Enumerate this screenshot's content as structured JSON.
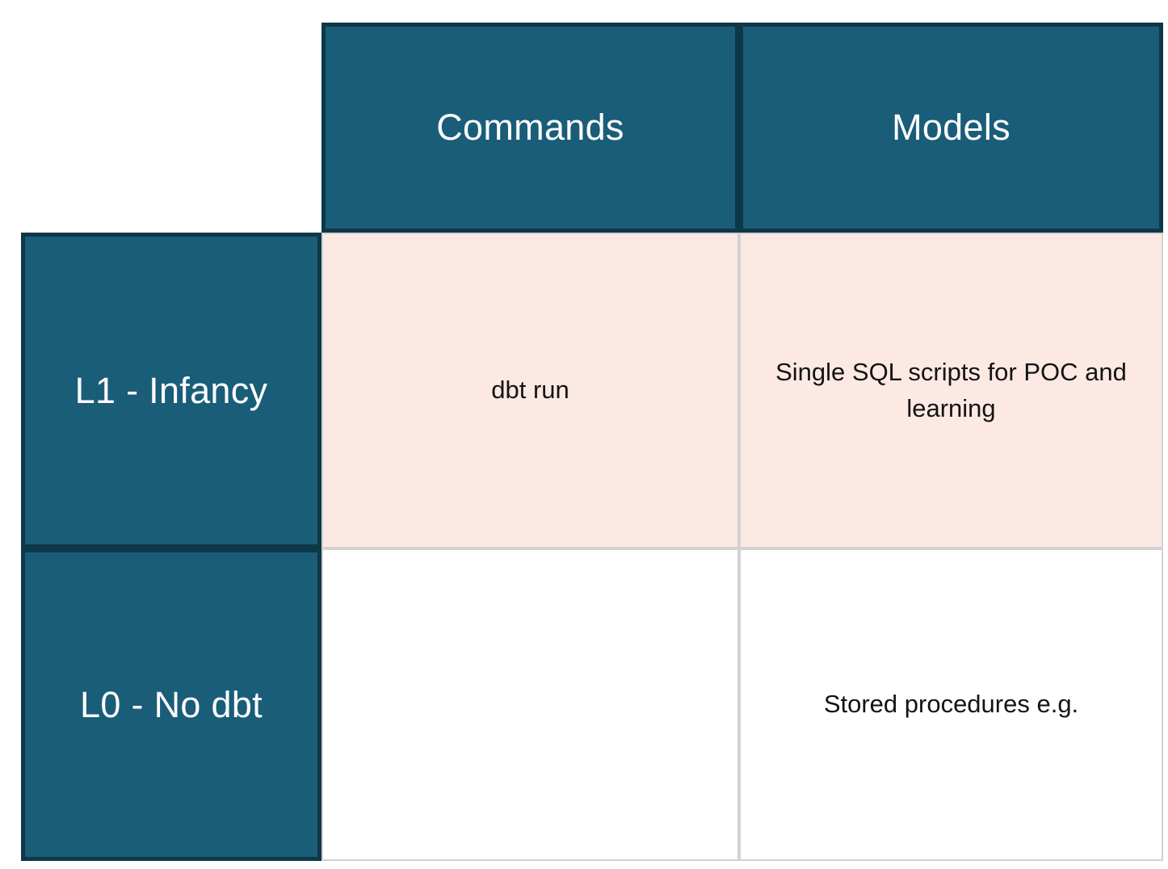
{
  "table": {
    "column_headers": [
      "Commands",
      "Models"
    ],
    "row_headers": [
      "L1 - Infancy",
      "L0 - No dbt"
    ],
    "cells": {
      "l1_commands": "dbt run",
      "l1_models": "Single SQL scripts for POC and learning",
      "l0_commands": "",
      "l0_models": "Stored procedures e.g."
    },
    "colors": {
      "header_bg": "#1a5d78",
      "header_border": "#0e3747",
      "header_text": "#fdfdfd",
      "highlight_row_bg": "#fce9e4",
      "data_cell_bg": "#ffffff",
      "data_cell_border": "#d2d2d2",
      "data_cell_text": "#141414"
    }
  }
}
